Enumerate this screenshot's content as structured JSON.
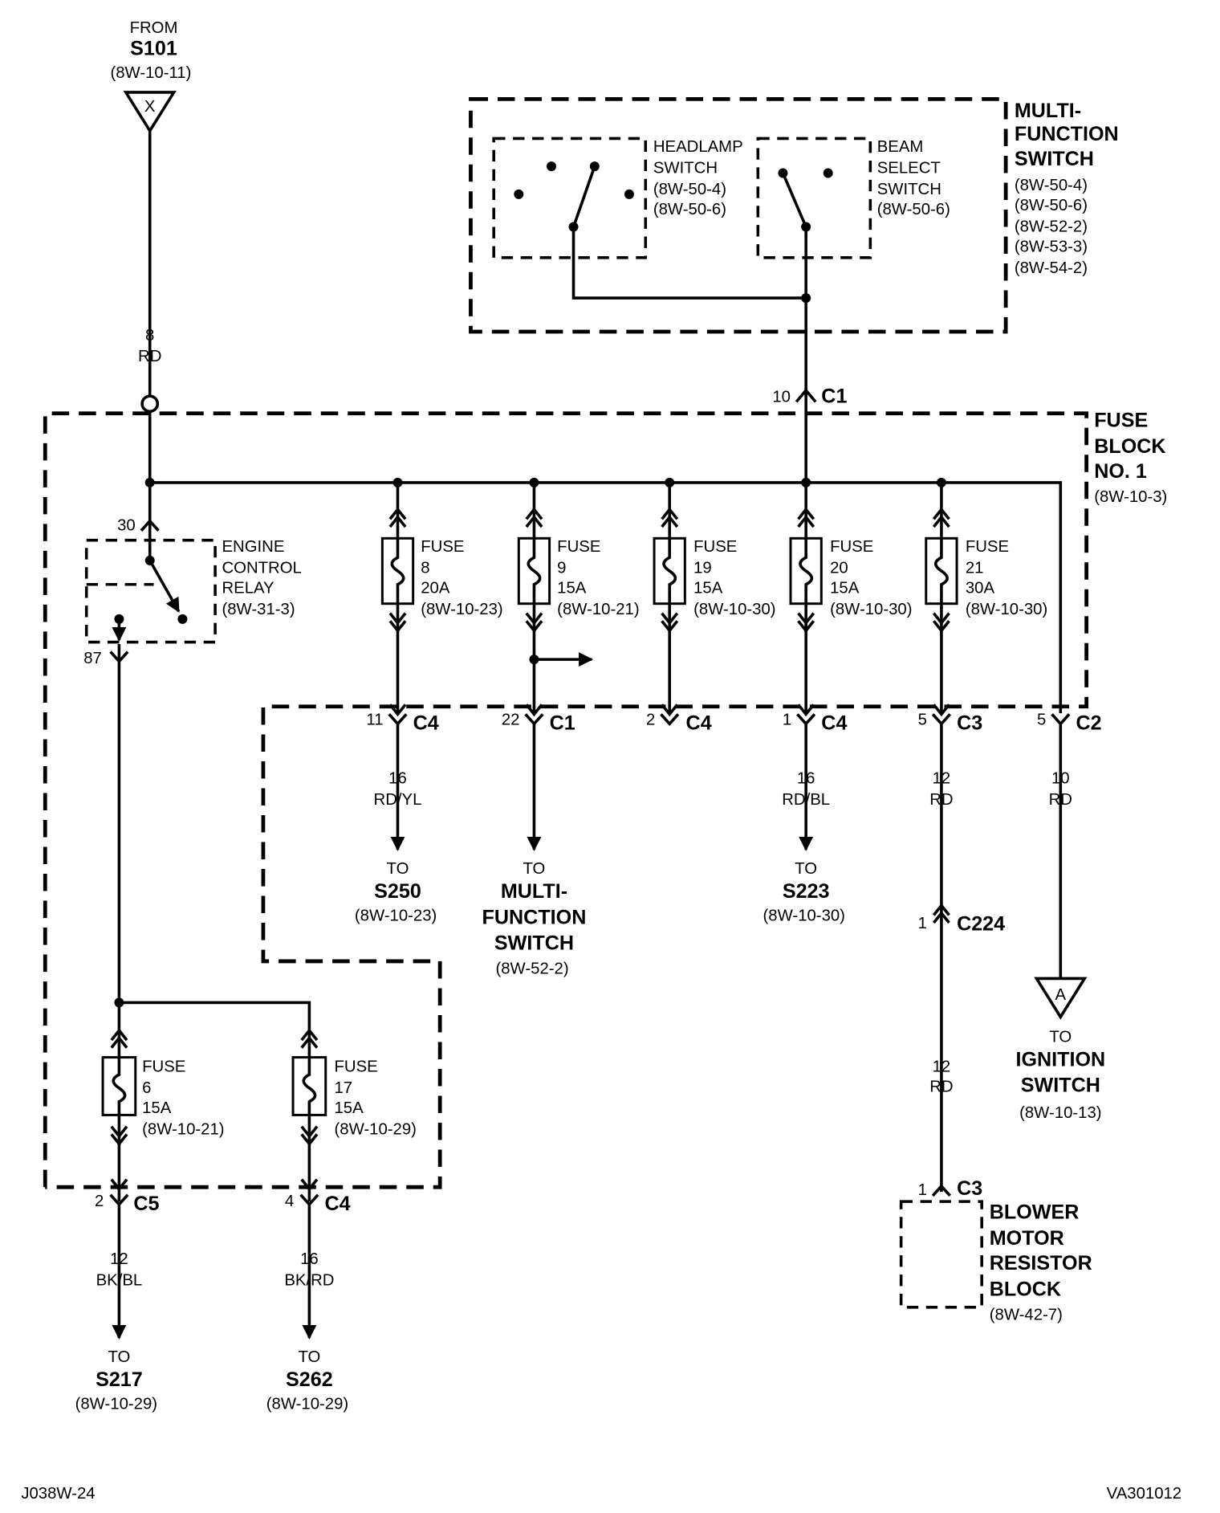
{
  "source": {
    "from": "FROM",
    "splice": "S101",
    "ref": "(8W-10-11)",
    "symbol": "X",
    "wire_gauge": "8",
    "wire_color": "RD"
  },
  "multifunction_switch": {
    "title": [
      "MULTI-",
      "FUNCTION",
      "SWITCH"
    ],
    "refs": [
      "(8W-50-4)",
      "(8W-50-6)",
      "(8W-52-2)",
      "(8W-53-3)",
      "(8W-54-2)"
    ],
    "headlamp": [
      "HEADLAMP",
      "SWITCH",
      "(8W-50-4)",
      "(8W-50-6)"
    ],
    "beam": [
      "BEAM",
      "SELECT",
      "SWITCH",
      "(8W-50-6)"
    ],
    "connector_pin": "10",
    "connector": "C1"
  },
  "fuse_block": {
    "title": [
      "FUSE",
      "BLOCK",
      "NO. 1"
    ],
    "ref": "(8W-10-3)"
  },
  "relay": {
    "lines": [
      "ENGINE",
      "CONTROL",
      "RELAY",
      "(8W-31-3)"
    ],
    "pin_in": "30",
    "pin_out": "87"
  },
  "fuses": [
    {
      "lines": [
        "FUSE",
        "8",
        "20A",
        "(8W-10-23)"
      ],
      "pin": "11",
      "conn": "C4",
      "gauge": "16",
      "color": "RD/YL",
      "to": "TO",
      "dest": [
        "S250"
      ],
      "ref": "(8W-10-23)"
    },
    {
      "lines": [
        "FUSE",
        "9",
        "15A",
        "(8W-10-21)"
      ],
      "pin": "22",
      "conn": "C1",
      "gauge": "",
      "color": "",
      "to": "TO",
      "dest": [
        "MULTI-",
        "FUNCTION",
        "SWITCH"
      ],
      "ref": "(8W-52-2)"
    },
    {
      "lines": [
        "FUSE",
        "19",
        "15A",
        "(8W-10-30)"
      ],
      "pin": "2",
      "conn": "C4"
    },
    {
      "lines": [
        "FUSE",
        "20",
        "15A",
        "(8W-10-30)"
      ],
      "pin": "1",
      "conn": "C4",
      "gauge": "16",
      "color": "RD/BL",
      "to": "TO",
      "dest": [
        "S223"
      ],
      "ref": "(8W-10-30)"
    },
    {
      "lines": [
        "FUSE",
        "21",
        "30A",
        "(8W-10-30)"
      ],
      "pin": "5",
      "conn": "C3",
      "gauge": "12",
      "color": "RD"
    }
  ],
  "ignition": {
    "pin": "5",
    "conn": "C2",
    "gauge": "10",
    "color": "RD",
    "symbol": "A",
    "to": "TO",
    "dest": [
      "IGNITION",
      "SWITCH"
    ],
    "ref": "(8W-10-13)"
  },
  "c224": {
    "pin": "1",
    "conn": "C224",
    "gauge": "12",
    "color": "RD"
  },
  "blower": {
    "pin": "1",
    "conn": "C3",
    "title": [
      "BLOWER",
      "MOTOR",
      "RESISTOR",
      "BLOCK"
    ],
    "ref": "(8W-42-7)"
  },
  "lower_fuses": [
    {
      "lines": [
        "FUSE",
        "6",
        "15A",
        "(8W-10-21)"
      ],
      "pin": "2",
      "conn": "C5",
      "gauge": "12",
      "color": "BK/BL",
      "to": "TO",
      "dest": "S217",
      "ref": "(8W-10-29)"
    },
    {
      "lines": [
        "FUSE",
        "17",
        "15A",
        "(8W-10-29)"
      ],
      "pin": "4",
      "conn": "C4",
      "gauge": "16",
      "color": "BK/RD",
      "to": "TO",
      "dest": "S262",
      "ref": "(8W-10-29)"
    }
  ],
  "footer": {
    "left": "J038W-24",
    "right": "VA301012"
  }
}
